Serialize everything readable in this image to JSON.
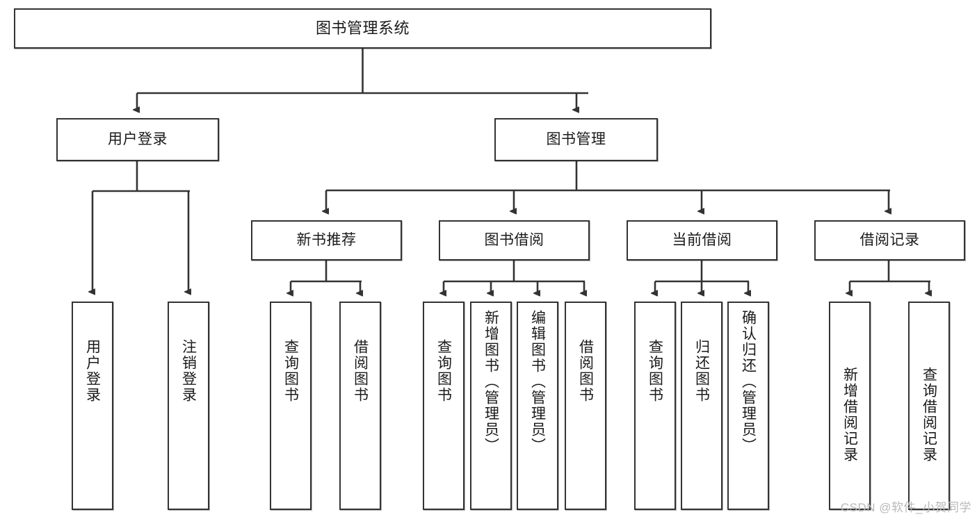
{
  "diagram": {
    "title": "图书管理系统",
    "type": "tree-hierarchy-chart",
    "watermark": "CSDN @软件_小贺同学",
    "colors": {
      "stroke": "#333333",
      "fill": "#ffffff",
      "text": "#1a1a1a",
      "watermark": "#b9b9b9"
    },
    "levels": {
      "root": {
        "label": "图书管理系统"
      },
      "level2": [
        {
          "id": "user-login",
          "label": "用户登录"
        },
        {
          "id": "book-manage",
          "label": "图书管理"
        }
      ],
      "level3": [
        {
          "id": "new-book-recommend",
          "label": "新书推荐"
        },
        {
          "id": "book-borrow",
          "label": "图书借阅"
        },
        {
          "id": "current-borrow",
          "label": "当前借阅"
        },
        {
          "id": "borrow-record",
          "label": "借阅记录"
        }
      ],
      "leaves": {
        "user_login": [
          {
            "id": "leaf-user-login",
            "label": "用户登录"
          },
          {
            "id": "leaf-logout-login",
            "label": "注销登录"
          }
        ],
        "new_book_recommend": [
          {
            "id": "leaf-query-book-1",
            "label": "查询图书"
          },
          {
            "id": "leaf-borrow-book-1",
            "label": "借阅图书"
          }
        ],
        "book_borrow": [
          {
            "id": "leaf-query-book-2",
            "label": "查询图书"
          },
          {
            "id": "leaf-add-book-admin",
            "label": "新增图书（管理员）"
          },
          {
            "id": "leaf-edit-book-admin",
            "label": "编辑图书（管理员）"
          },
          {
            "id": "leaf-borrow-book-2",
            "label": "借阅图书"
          }
        ],
        "current_borrow": [
          {
            "id": "leaf-query-book-3",
            "label": "查询图书"
          },
          {
            "id": "leaf-return-book",
            "label": "归还图书"
          },
          {
            "id": "leaf-confirm-return-admin",
            "label": "确认归还（管理员）"
          }
        ],
        "borrow_record": [
          {
            "id": "leaf-add-borrow-record",
            "label": "新增借阅记录"
          },
          {
            "id": "leaf-query-borrow-record",
            "label": "查询借阅记录"
          }
        ]
      }
    }
  }
}
